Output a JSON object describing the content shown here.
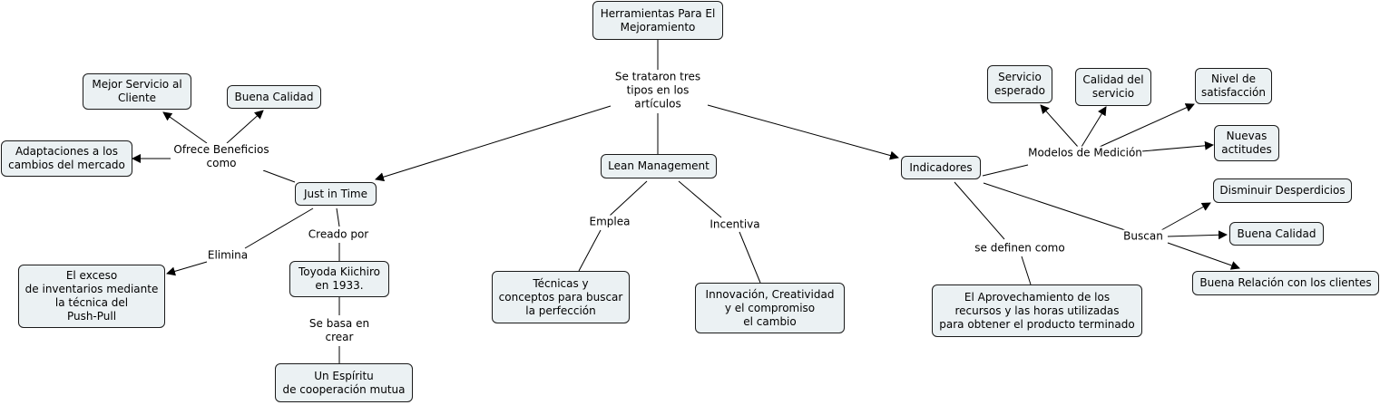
{
  "nodes": {
    "root": "Herramientas Para El\nMejoramiento",
    "jit": "Just in Time",
    "lean": "Lean Management",
    "ind": "Indicadores",
    "mejor_servicio": "Mejor Servicio al\nCliente",
    "buena_calidad_jit": "Buena Calidad",
    "adaptaciones": "Adaptaciones a los\ncambios del mercado",
    "exceso": "El exceso\nde inventarios mediante\nla técnica del\nPush-Pull",
    "toyoda": "Toyoda Kiichiro\nen 1933.",
    "espiritu": "Un Espíritu\nde cooperación mutua",
    "tecnicas": "Técnicas y\nconceptos para buscar\nla perfección",
    "innovacion": "Innovación, Creatividad\ny el compromiso\nel cambio",
    "servicio_esperado": "Servicio\nesperado",
    "calidad_servicio": "Calidad del\nservicio",
    "nivel_satisfaccion": "Nivel de\nsatisfacción",
    "nuevas_actitudes": "Nuevas\nactitudes",
    "disminuir": "Disminuir Desperdicios",
    "buena_calidad_ind": "Buena Calidad",
    "buena_relacion": "Buena Relación con los clientes",
    "aprovechamiento": "El Aprovechamiento de los\nrecursos y las horas utilizadas\npara obtener el producto terminado"
  },
  "links": {
    "se_trataron": "Se trataron tres\ntipos en los\nartículos",
    "ofrece": "Ofrece Beneficios\ncomo",
    "elimina": "Elimina",
    "creado_por": "Creado por",
    "se_basa": "Se basa en\ncrear",
    "emplea": "Emplea",
    "incentiva": "Incentiva",
    "modelos": "Modelos de Medición",
    "buscan": "Buscan",
    "se_definen": "se definen como"
  }
}
